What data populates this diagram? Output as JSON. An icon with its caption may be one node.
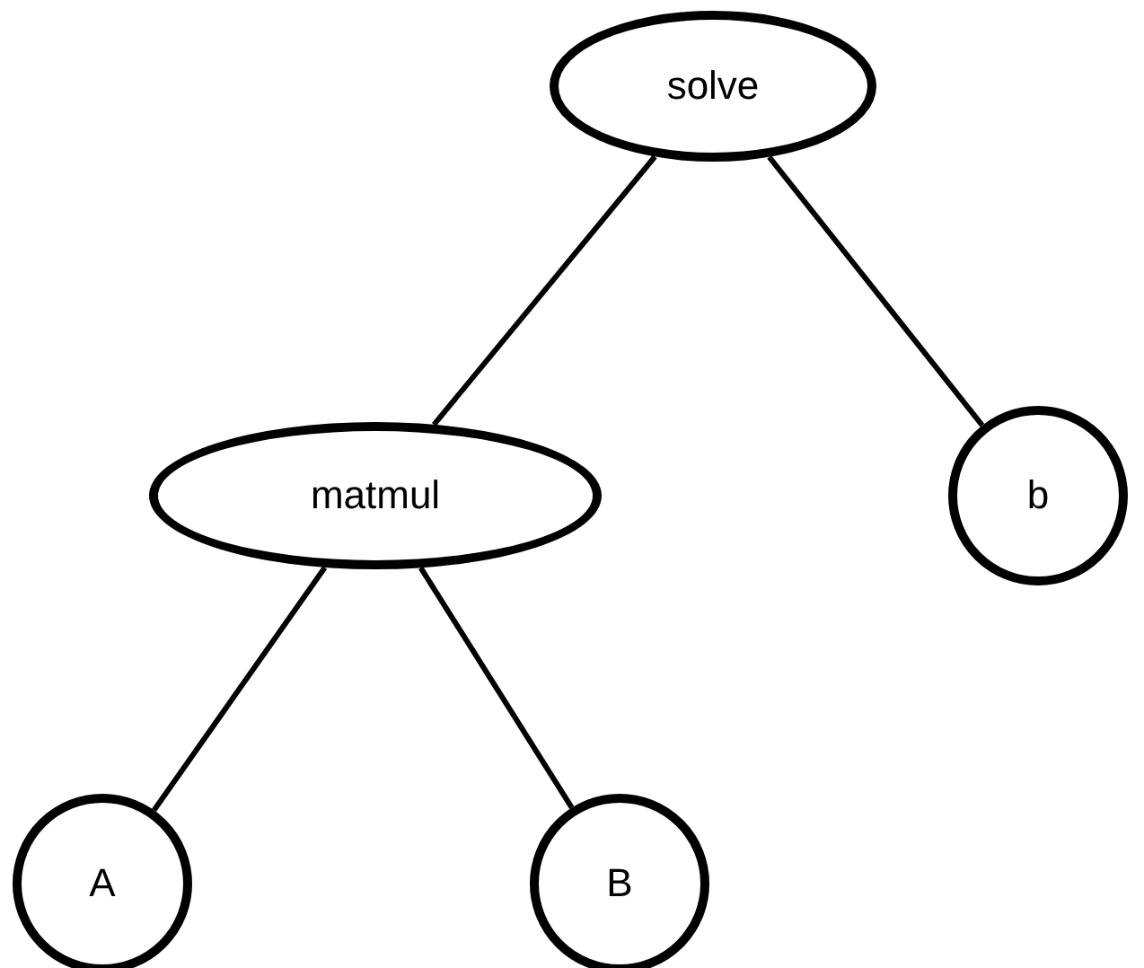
{
  "diagram": {
    "nodes": [
      {
        "text": [
          "solve"
        ]
      },
      {
        "text": [
          "matmul"
        ]
      },
      {
        "text": [
          "b"
        ]
      },
      {
        "text": [
          "A"
        ]
      },
      {
        "text": [
          "B"
        ]
      }
    ],
    "edges": [
      {
        "from": 0,
        "to": 1,
        "arrow": "none"
      },
      {
        "from": 0,
        "to": 2,
        "arrow": "none"
      },
      {
        "from": 1,
        "to": 3,
        "arrow": "none"
      },
      {
        "from": 1,
        "to": 4,
        "arrow": "none"
      }
    ]
  }
}
